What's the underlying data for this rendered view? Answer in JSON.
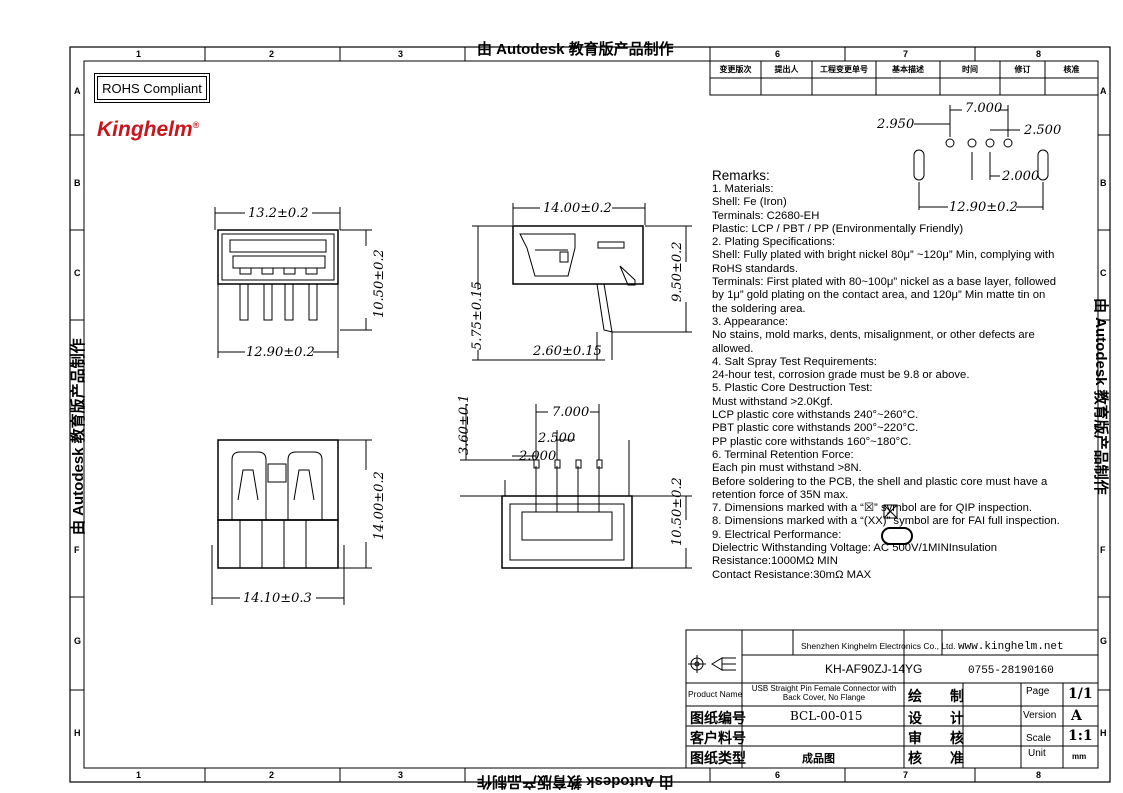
{
  "watermark": "由 Autodesk 教育版产品制作",
  "zones": {
    "columns": [
      "1",
      "2",
      "3",
      "6",
      "7",
      "8"
    ],
    "rows": [
      "A",
      "B",
      "C",
      "F",
      "G",
      "H"
    ]
  },
  "rohs": "ROHS Compliant",
  "logo": "Kinghelm",
  "revision_headers": [
    "变更版次",
    "提出人",
    "工程变更单号",
    "基本描述",
    "时间",
    "修订",
    "核准"
  ],
  "footprint_dims": {
    "d7000": "7.000",
    "d2950": "2.950",
    "d2500": "2.500",
    "d2000": "2.000",
    "d1290": "12.90±0.2"
  },
  "front_dims": {
    "w132": "13.2±0.2",
    "w129": "12.90±0.2",
    "h105": "10.50±0.2"
  },
  "side_dims": {
    "w1400": "14.00±0.2",
    "h575": "5.75±0.15",
    "h950": "9.50±0.2",
    "w260": "2.60±0.15"
  },
  "top_dims": {
    "h1400": "14.00±0.2",
    "w1410": "14.10±0.3"
  },
  "back_dims": {
    "d7000": "7.000",
    "d2500": "2.500",
    "d2000": "2.000",
    "h360": "3.60±0.1",
    "h1050": "10.50±0.2"
  },
  "remarks": [
    {
      "t": "Remarks:",
      "cls": "title"
    },
    {
      "t": "1. Materials:",
      "cls": "head"
    },
    {
      "t": "Shell: Fe (Iron)"
    },
    {
      "t": "Terminals: C2680-EH"
    },
    {
      "t": "Plastic: LCP / PBT / PP (Environmentally Friendly)"
    },
    {
      "t": "2. Plating Specifications:",
      "cls": "head"
    },
    {
      "t": "Shell: Fully plated with bright nickel 80μ” ~120μ” Min, complying with RoHS standards."
    },
    {
      "t": "Terminals: First plated with 80~100μ” nickel as a base layer, followed by 1μ”  gold plating on the contact area, and 120μ” Min matte tin on the soldering area."
    },
    {
      "t": "3. Appearance:",
      "cls": "head"
    },
    {
      "t": "No stains, mold marks, dents, misalignment, or other defects are allowed."
    },
    {
      "t": "4. Salt Spray Test Requirements:",
      "cls": "head"
    },
    {
      "t": "24-hour test, corrosion grade must be 9.8 or above."
    },
    {
      "t": "5. Plastic Core Destruction Test:",
      "cls": "head"
    },
    {
      "t": "Must withstand >2.0Kgf."
    },
    {
      "t": "LCP plastic core withstands 240°~260°C."
    },
    {
      "t": "PBT plastic core withstands 200°~220°C."
    },
    {
      "t": "PP plastic core withstands 160°~180°C."
    },
    {
      "t": "6. Terminal Retention Force:",
      "cls": "head"
    },
    {
      "t": "Each pin must withstand >8N."
    },
    {
      "t": "Before soldering to the PCB, the shell and plastic core must have a retention force of 35N max."
    },
    {
      "t": "7. Dimensions marked with a  “☒”  symbol are for QIP inspection."
    },
    {
      "t": "8. Dimensions marked with a  “(XX)”  symbol are for FAI full inspection."
    },
    {
      "t": "9. Electrical Performance:",
      "cls": "head"
    },
    {
      "t": "Dielectric Withstanding Voltage: AC 500V/1MINInsulation Resistance:1000MΩ MIN"
    },
    {
      "t": "Contact Resistance:30mΩ MAX"
    }
  ],
  "titleblock": {
    "company": "Shenzhen Kinghelm Electronics Co., Ltd.",
    "website": "www.kinghelm.net",
    "part_no": "KH-AF90ZJ-14YG",
    "phone": "0755-28190160",
    "product_name_label": "Product Name",
    "product_name": "USB Straight Pin Female Connector with Back Cover, No Flange",
    "draw_label": "绘　　制",
    "page_label": "Page",
    "page": "1/1",
    "drawing_no_label": "图纸编号",
    "drawing_no": "BCL-00-015",
    "design_label": "设　　计",
    "version_label": "Version",
    "version": "A",
    "customer_pn_label": "客户料号",
    "review_label": "审　　核",
    "scale_label": "Scale",
    "scale": "1:1",
    "type_label": "图纸类型",
    "type": "成品图",
    "approve_label": "核　　准",
    "unit_label": "Unit",
    "unit": "mm"
  }
}
